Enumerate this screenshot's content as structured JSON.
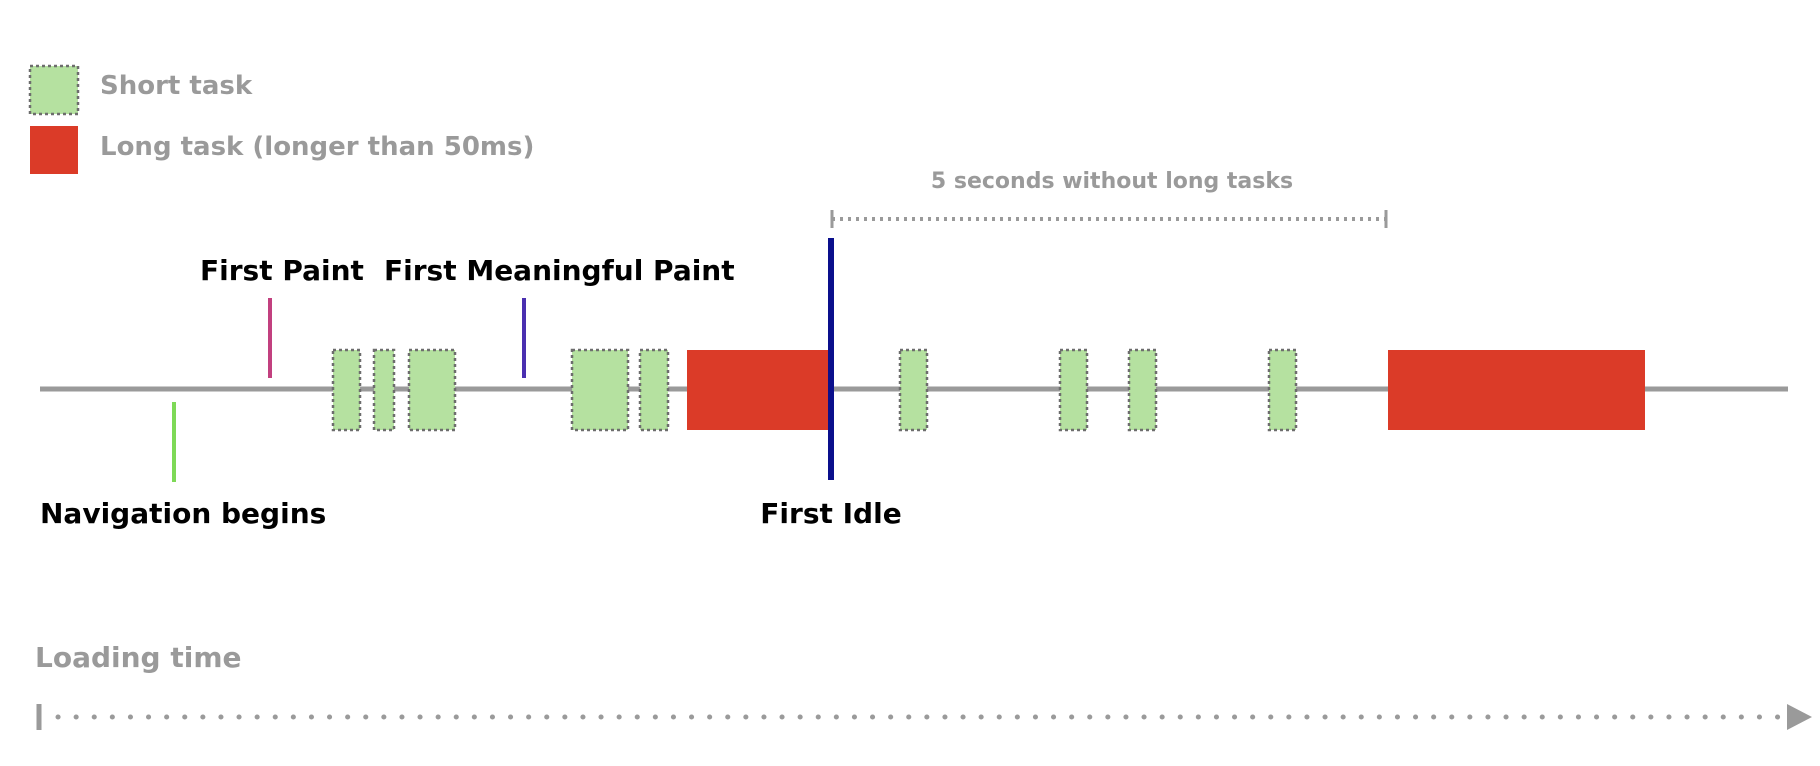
{
  "legend": {
    "short_task_label": "Short task",
    "long_task_label": "Long task (longer than 50ms)"
  },
  "colors": {
    "short_task": "#b5e1a0",
    "long_task": "#db3b28",
    "navigation_marker": "#7ed957",
    "first_paint_marker": "#c2407f",
    "first_meaningful_paint_marker": "#4a2fb0",
    "first_idle_marker": "#0a0f8c",
    "timeline": "#9a9a9a"
  },
  "events": {
    "navigation_begins": "Navigation begins",
    "first_paint": "First Paint",
    "first_meaningful_paint": "First Meaningful Paint",
    "first_idle": "First Idle"
  },
  "span": {
    "label": "5 seconds without long tasks"
  },
  "axis": {
    "label": "Loading time"
  }
}
